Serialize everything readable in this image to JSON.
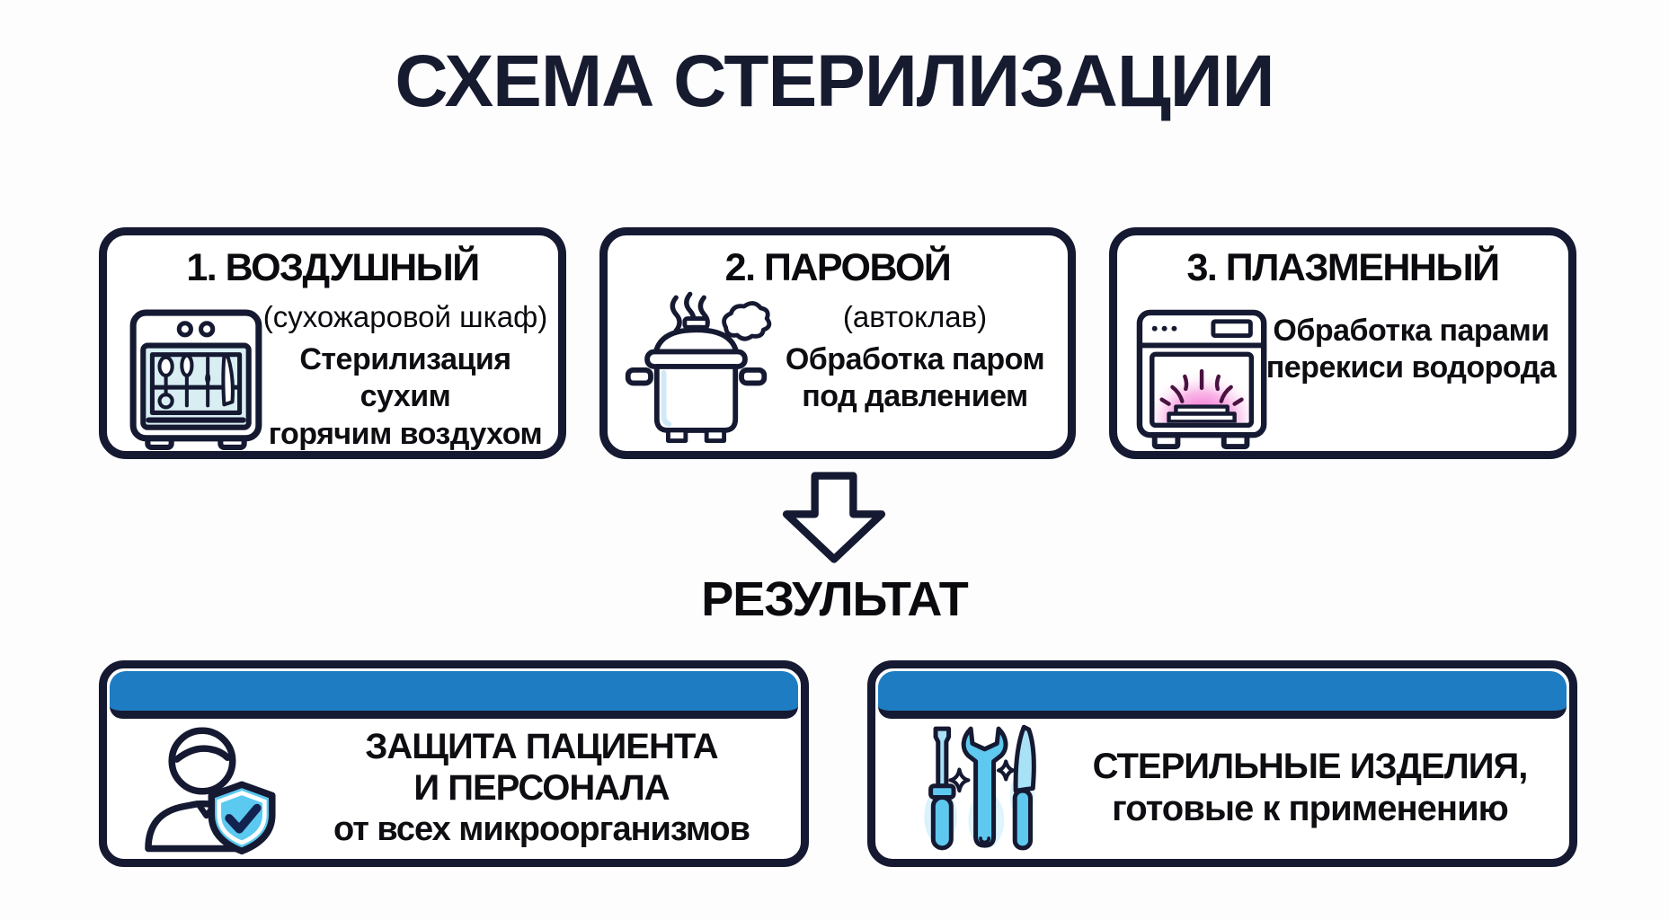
{
  "title": "СХЕМА СТЕРИЛИЗАЦИИ",
  "methods": [
    {
      "heading": "1. ВОЗДУШНЫЙ",
      "subheading": "(сухожаровой шкаф)",
      "desc_line1": "Стерилизация сухим",
      "desc_line2": "горячим воздухом",
      "icon": "dry-heat-cabinet-icon"
    },
    {
      "heading": "2. ПАРОВОЙ",
      "subheading": "(автоклав)",
      "desc_line1": "Обработка паром",
      "desc_line2": "под давлением",
      "icon": "autoclave-steam-pot-icon"
    },
    {
      "heading": "3. ПЛАЗМЕННЫЙ",
      "subheading": "",
      "desc_line1": "Обработка парами",
      "desc_line2": "перекиси водорода",
      "icon": "plasma-sterilizer-icon"
    }
  ],
  "arrow": "down-arrow",
  "result_label": "РЕЗУЛЬТАТ",
  "outcomes": [
    {
      "line1": "ЗАЩИТА ПАЦИЕНТА",
      "line2": "И ПЕРСОНАЛА",
      "line3": "от всех микроорганизмов",
      "icon": "patient-shield-icon"
    },
    {
      "line1": "СТЕРИЛЬНЫЕ ИЗДЕЛИЯ,",
      "line2": "готовые к применению",
      "icon": "sterile-instruments-icon"
    }
  ],
  "colors": {
    "outline": "#151931",
    "header_blue": "#1e7dc2",
    "shield_blue": "#5bc9f0",
    "window_cyan": "#d8eef3",
    "plasma_pink": "#ec3fc3",
    "tool_blue": "#5ec8ef",
    "tool_light": "#a9e2f7"
  }
}
